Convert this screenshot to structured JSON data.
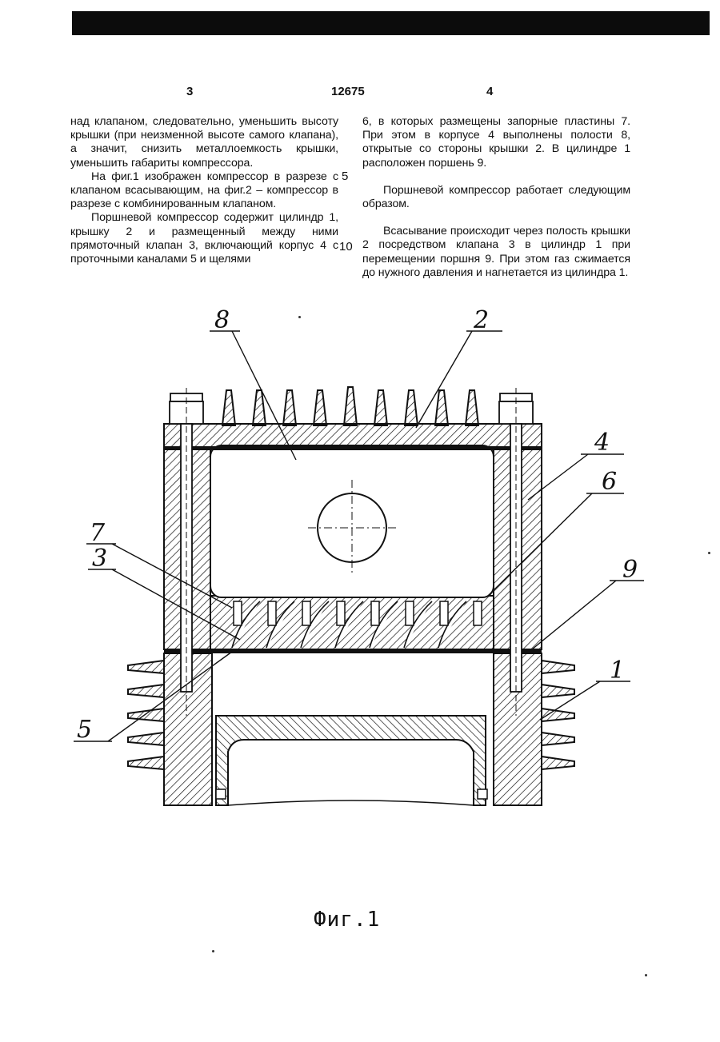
{
  "header": {
    "left_page": "3",
    "patent_number": "12675",
    "right_page": "4"
  },
  "left_column": [
    "над клапаном, следовательно, уменьшить высоту крышки (при неизменной высоте самого клапана), а значит, снизить металлоемкость крышки, уменьшить габариты компрессора.",
    "На фиг.1 изображен компрессор в разрезе с клапаном всасывающим, на фиг.2 – компрессор в разрезе с комбинированным клапаном.",
    "Поршневой компрессор содержит цилиндр 1, крышку 2 и размещенный между ними прямоточный клапан 3, включающий корпус 4 с проточными каналами 5 и щелями"
  ],
  "right_column": [
    "6, в которых размещены запорные пластины 7. При этом в корпусе 4 выполнены полости 8, открытые со стороны крышки 2. В цилиндре 1 расположен поршень 9.",
    "Поршневой компрессор работает следующим образом.",
    "Всасывание происходит через полость крышки 2 посредством клапана 3 в цилиндр 1 при перемещении поршня 9. При этом газ сжимается до нужного давления и нагнетается из цилиндра 1."
  ],
  "line_numbers": [
    "5",
    "10"
  ],
  "figure": {
    "labels": [
      "8",
      "2",
      "4",
      "6",
      "7",
      "3",
      "9",
      "1",
      "5"
    ],
    "caption": "Фиг.1"
  }
}
